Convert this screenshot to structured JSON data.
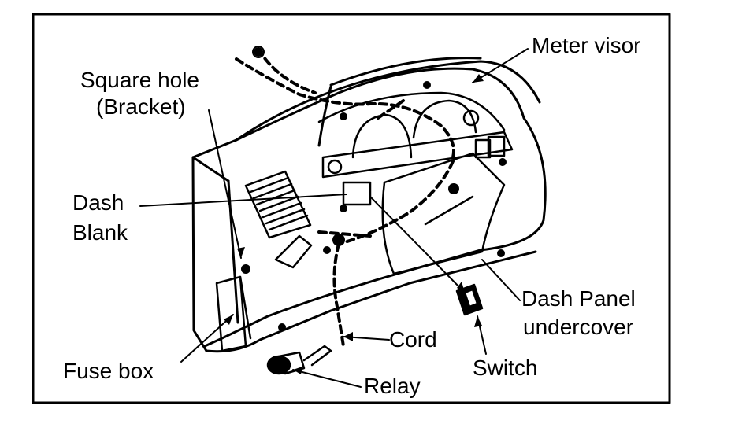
{
  "labels": {
    "meter_visor": "Meter visor",
    "square_hole_1": "Square hole",
    "square_hole_2": "(Bracket)",
    "dash_blank_1": "Dash",
    "dash_blank_2": "Blank",
    "dash_panel_1": "Dash Panel",
    "dash_panel_2": "undercover",
    "cord": "Cord",
    "switch": "Switch",
    "fuse_box": "Fuse box",
    "relay": "Relay"
  }
}
